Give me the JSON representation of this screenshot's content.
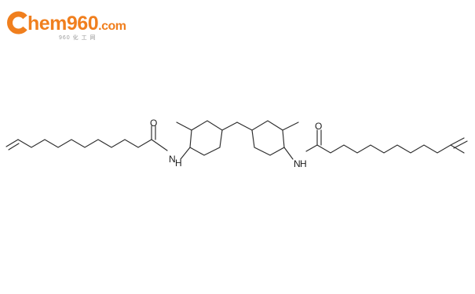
{
  "logo": {
    "brand_letter": "C",
    "brand_text": "hem960",
    "domain": ".com",
    "subtitle": "960 化 工 网",
    "color": "#f07f1e"
  },
  "structure": {
    "atoms": {
      "left_carbonyl_o": "O",
      "left_amide_n": "N",
      "left_amide_h": "H",
      "right_carbonyl_o": "O",
      "right_amide_n": "N",
      "right_amide_h": "H"
    },
    "bond_color": "#2b2b2b"
  }
}
